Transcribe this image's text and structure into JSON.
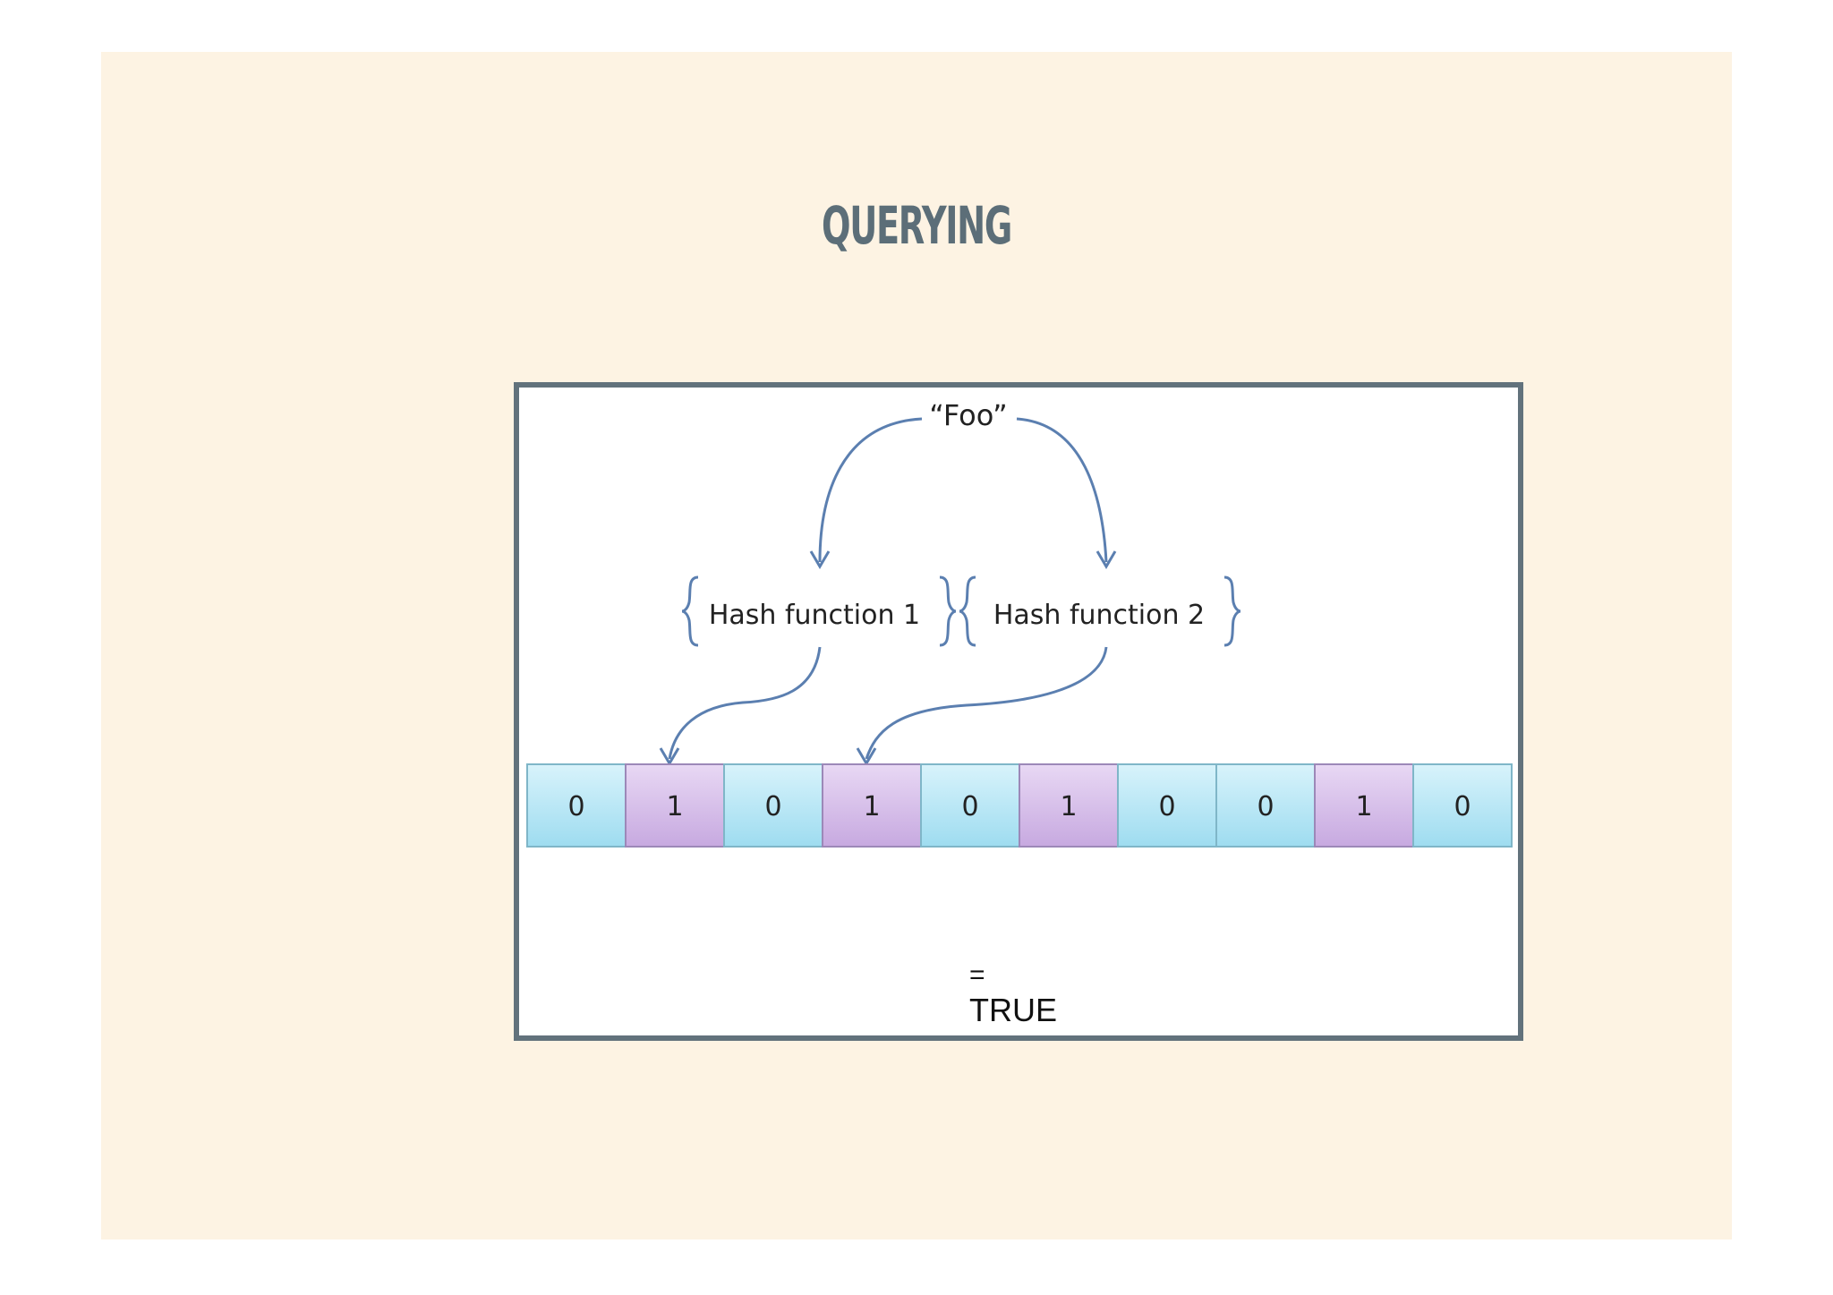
{
  "slide": {
    "title": "QUERYING"
  },
  "diagram": {
    "input_label": "“Foo”",
    "hash_functions": [
      {
        "label": "Hash function 1"
      },
      {
        "label": "Hash function 2"
      }
    ],
    "bits": [
      "0",
      "1",
      "0",
      "1",
      "0",
      "1",
      "0",
      "0",
      "1",
      "0"
    ],
    "hash_targets": [
      1,
      3
    ],
    "result_operator": "=",
    "result_value": "TRUE",
    "colors": {
      "zero_bit": "#bde9f6",
      "one_bit": "#d8c2ea",
      "arrow": "#5b7fb0",
      "frame": "#62727c",
      "title": "#5c6e78",
      "background": "#fdf3e3"
    }
  }
}
